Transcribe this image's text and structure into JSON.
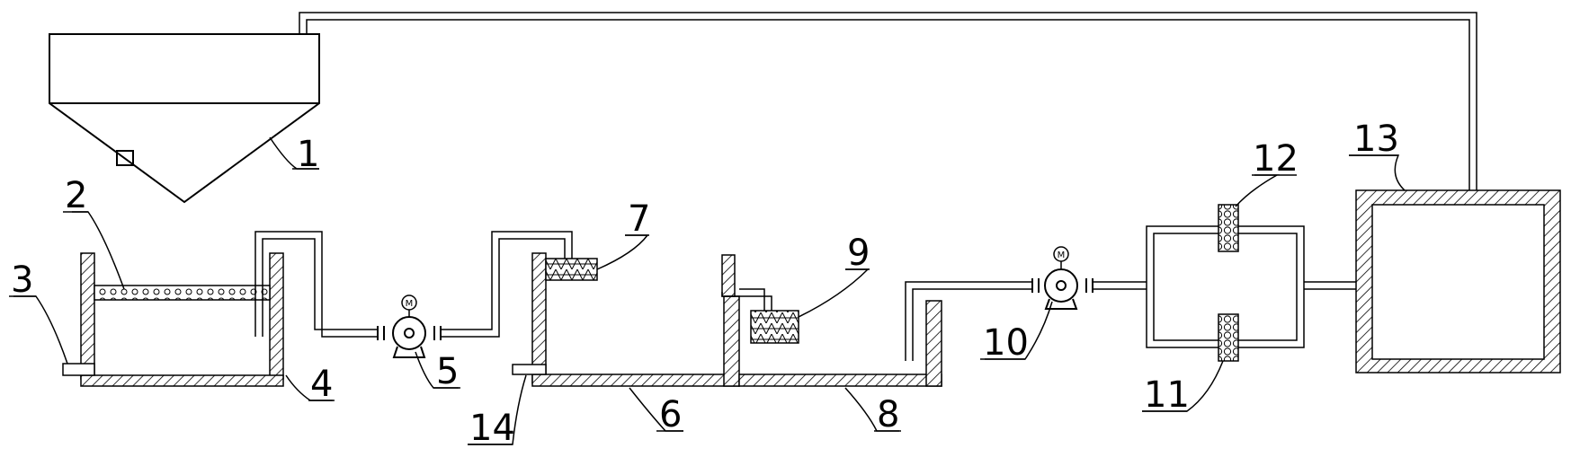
{
  "labels": {
    "n1": "1",
    "n2": "2",
    "n3": "3",
    "n4": "4",
    "n5": "5",
    "n6": "6",
    "n7": "7",
    "n8": "8",
    "n9": "9",
    "n10": "10",
    "n11": "11",
    "n12": "12",
    "n13": "13",
    "n14": "14"
  },
  "motor": {
    "symbol": "M"
  },
  "colors": {
    "stroke": "#000000",
    "background": "#ffffff"
  },
  "hatch": {
    "style": "diagonal"
  }
}
